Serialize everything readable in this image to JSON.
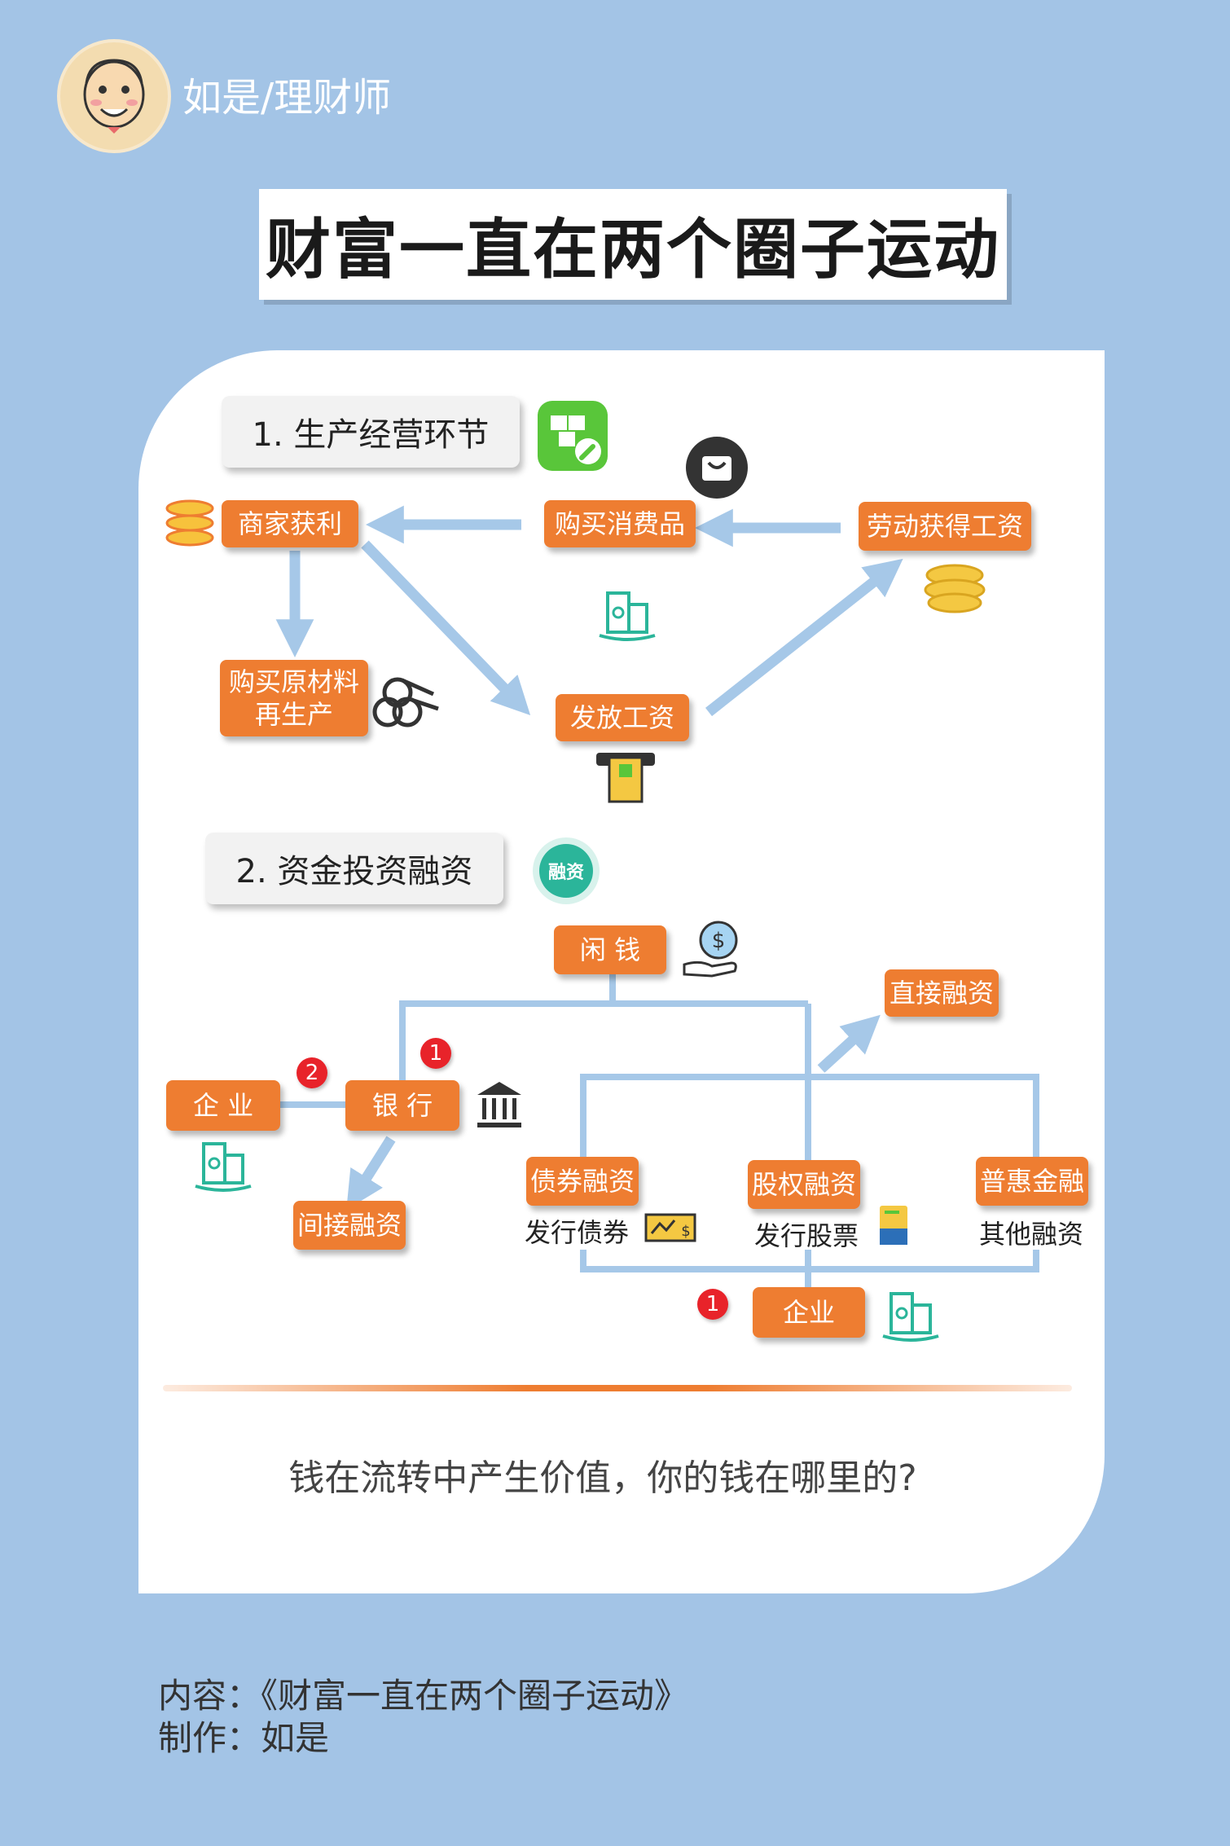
{
  "header": {
    "author": "如是/理财师"
  },
  "title": "财富一直在两个圈子运动",
  "section1": {
    "heading": "1. 生产经营环节",
    "merchant_profit": "商家获利",
    "buy_consumer_goods": "购买消费品",
    "labor_wages": "劳动获得工资",
    "buy_raw_materials": [
      "购买原材料",
      "再生产"
    ],
    "pay_wages": "发放工资"
  },
  "section2": {
    "heading": "2. 资金投资融资",
    "icon_label": "融资",
    "idle_money": "闲 钱",
    "direct_financing": "直接融资",
    "enterprise_left": "企 业",
    "bank": "银 行",
    "indirect_financing": "间接融资",
    "bond_financing": "债券融资",
    "issue_bonds": "发行债券",
    "equity_financing": "股权融资",
    "issue_stocks": "发行股票",
    "inclusive_finance": "普惠金融",
    "other_financing": "其他融资",
    "enterprise_bottom": "企业",
    "badges": {
      "bank_badge": "1",
      "enterprise_badge": "2",
      "bottom_badge": "1"
    }
  },
  "question": "钱在流转中产生价值，你的钱在哪里的?",
  "footer": {
    "content": "内容：《财富一直在两个圈子运动》",
    "maker": "制作：如是"
  },
  "colors": {
    "background": "#a3c4e6",
    "orange": "#ee7d31",
    "arrow_blue": "#a6c8e8",
    "badge_red": "#e8232a",
    "teal": "#2bb59a"
  }
}
